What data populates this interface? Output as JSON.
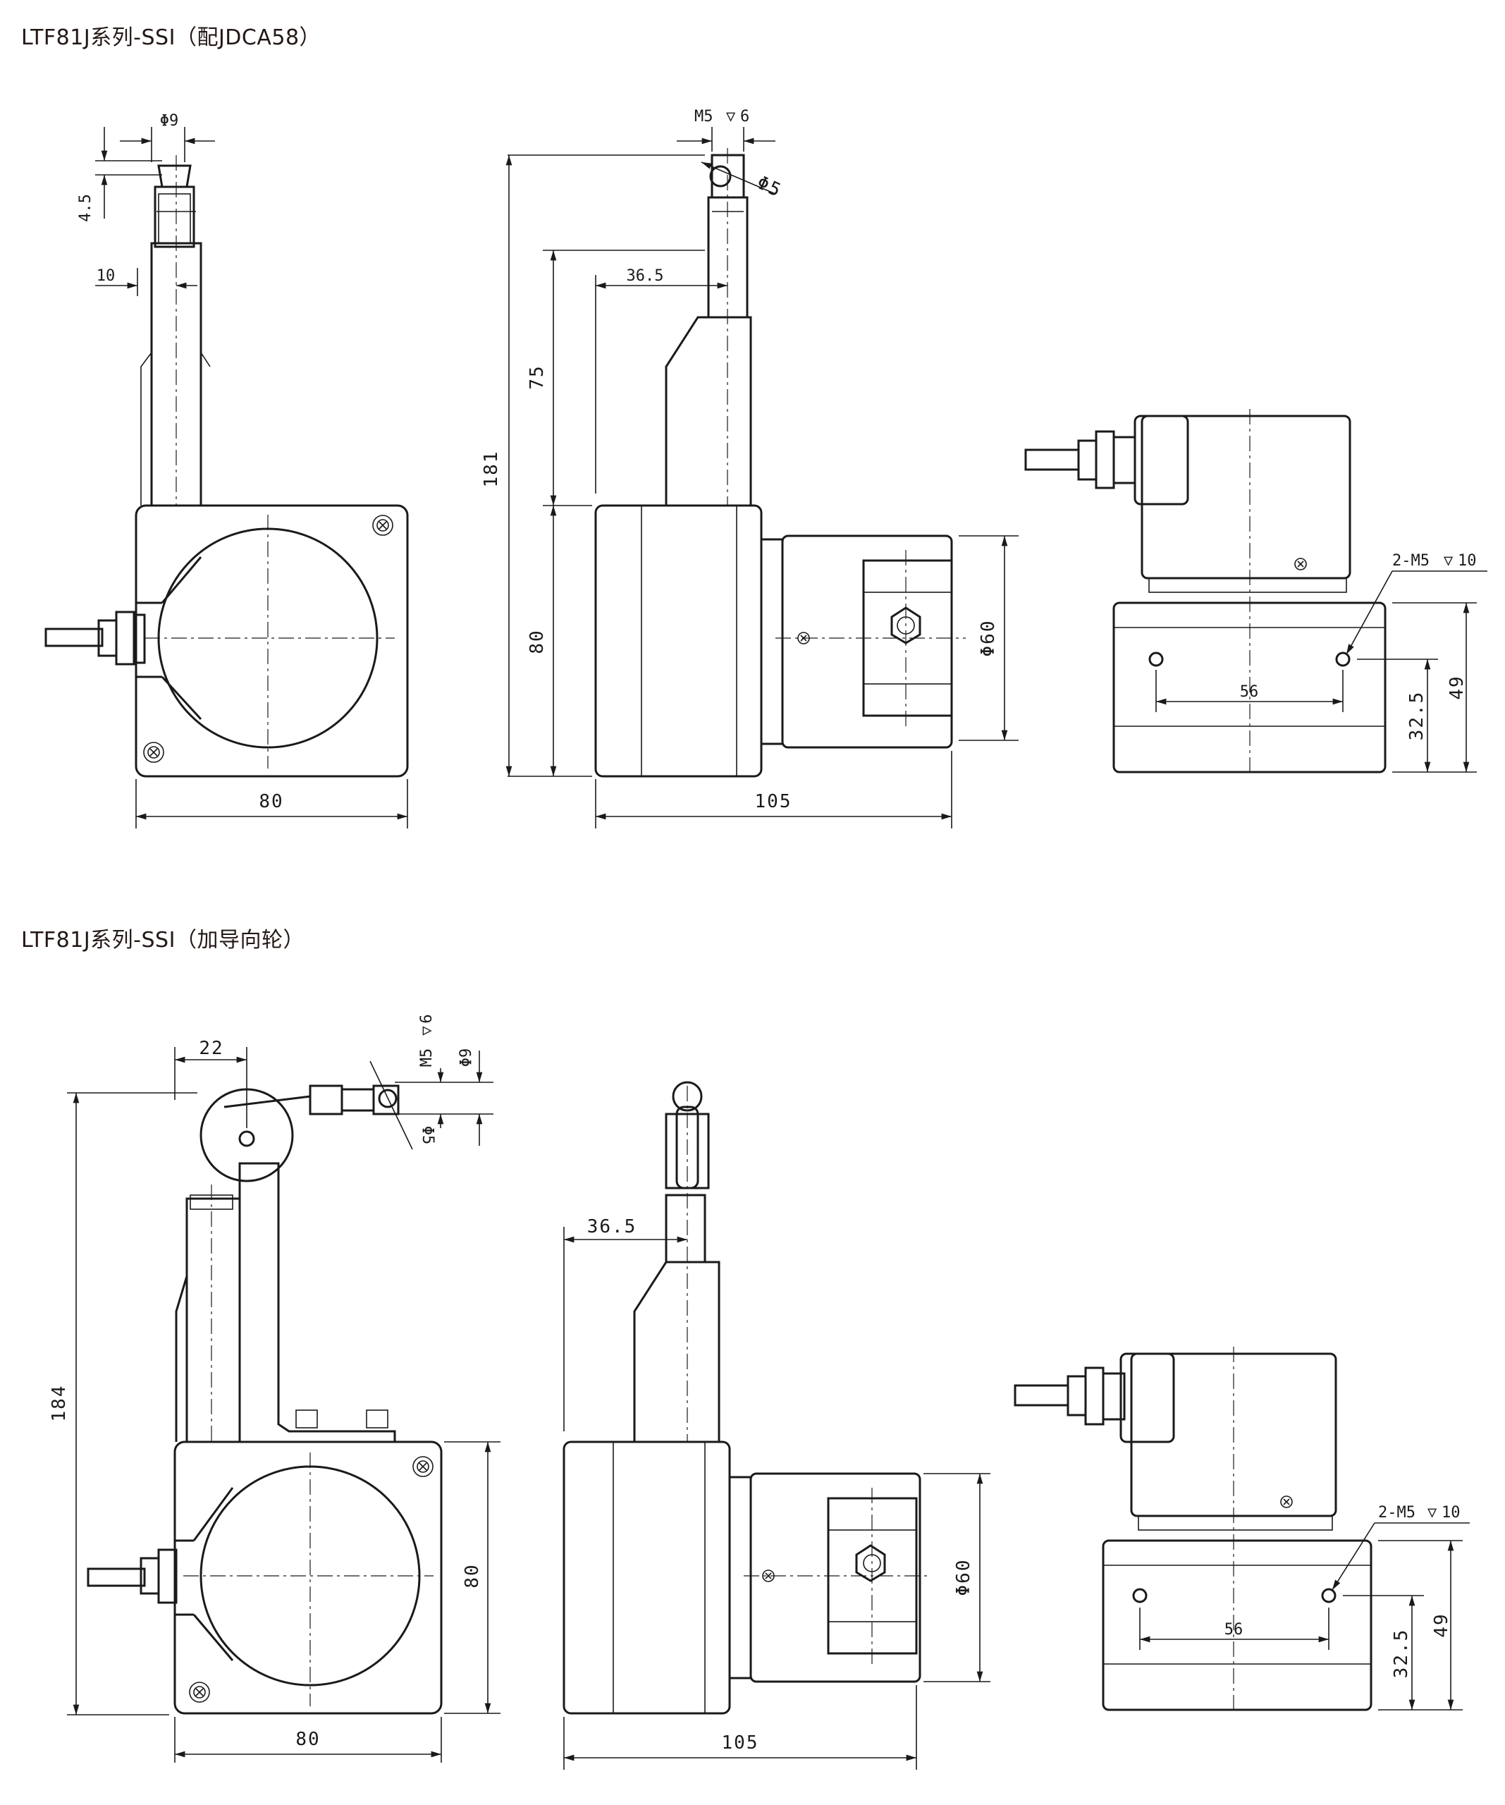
{
  "sections": [
    {
      "title": "LTF81J系列-SSI（配JDCA58）",
      "dims": {
        "front_top_dia": "Φ9",
        "front_offset": "4.5",
        "front_width10": "10",
        "front_width": "80",
        "side_thread": "M5",
        "side_thread_depth": "6",
        "side_hole": "Φ5",
        "side_offset": "36.5",
        "side_total_h": "181",
        "side_upper_h": "75",
        "side_body_h": "80",
        "side_enc_dia": "Φ60",
        "side_width": "105",
        "rear_holes": "2-M5",
        "rear_holes_depth": "10",
        "rear_spacing": "56",
        "rear_h1": "32.5",
        "rear_h2": "49"
      }
    },
    {
      "title": "LTF81J系列-SSI（加导向轮）",
      "dims": {
        "front_offset22": "22",
        "front_thread": "M5",
        "front_thread_depth": "6",
        "front_dia9": "Φ9",
        "front_hole": "Φ5",
        "front_total_h": "184",
        "front_body_h": "80",
        "front_width": "80",
        "side_offset": "36.5",
        "side_enc_dia": "Φ60",
        "side_width": "105",
        "rear_holes": "2-M5",
        "rear_holes_depth": "10",
        "rear_spacing": "56",
        "rear_h1": "32.5",
        "rear_h2": "49"
      }
    }
  ]
}
